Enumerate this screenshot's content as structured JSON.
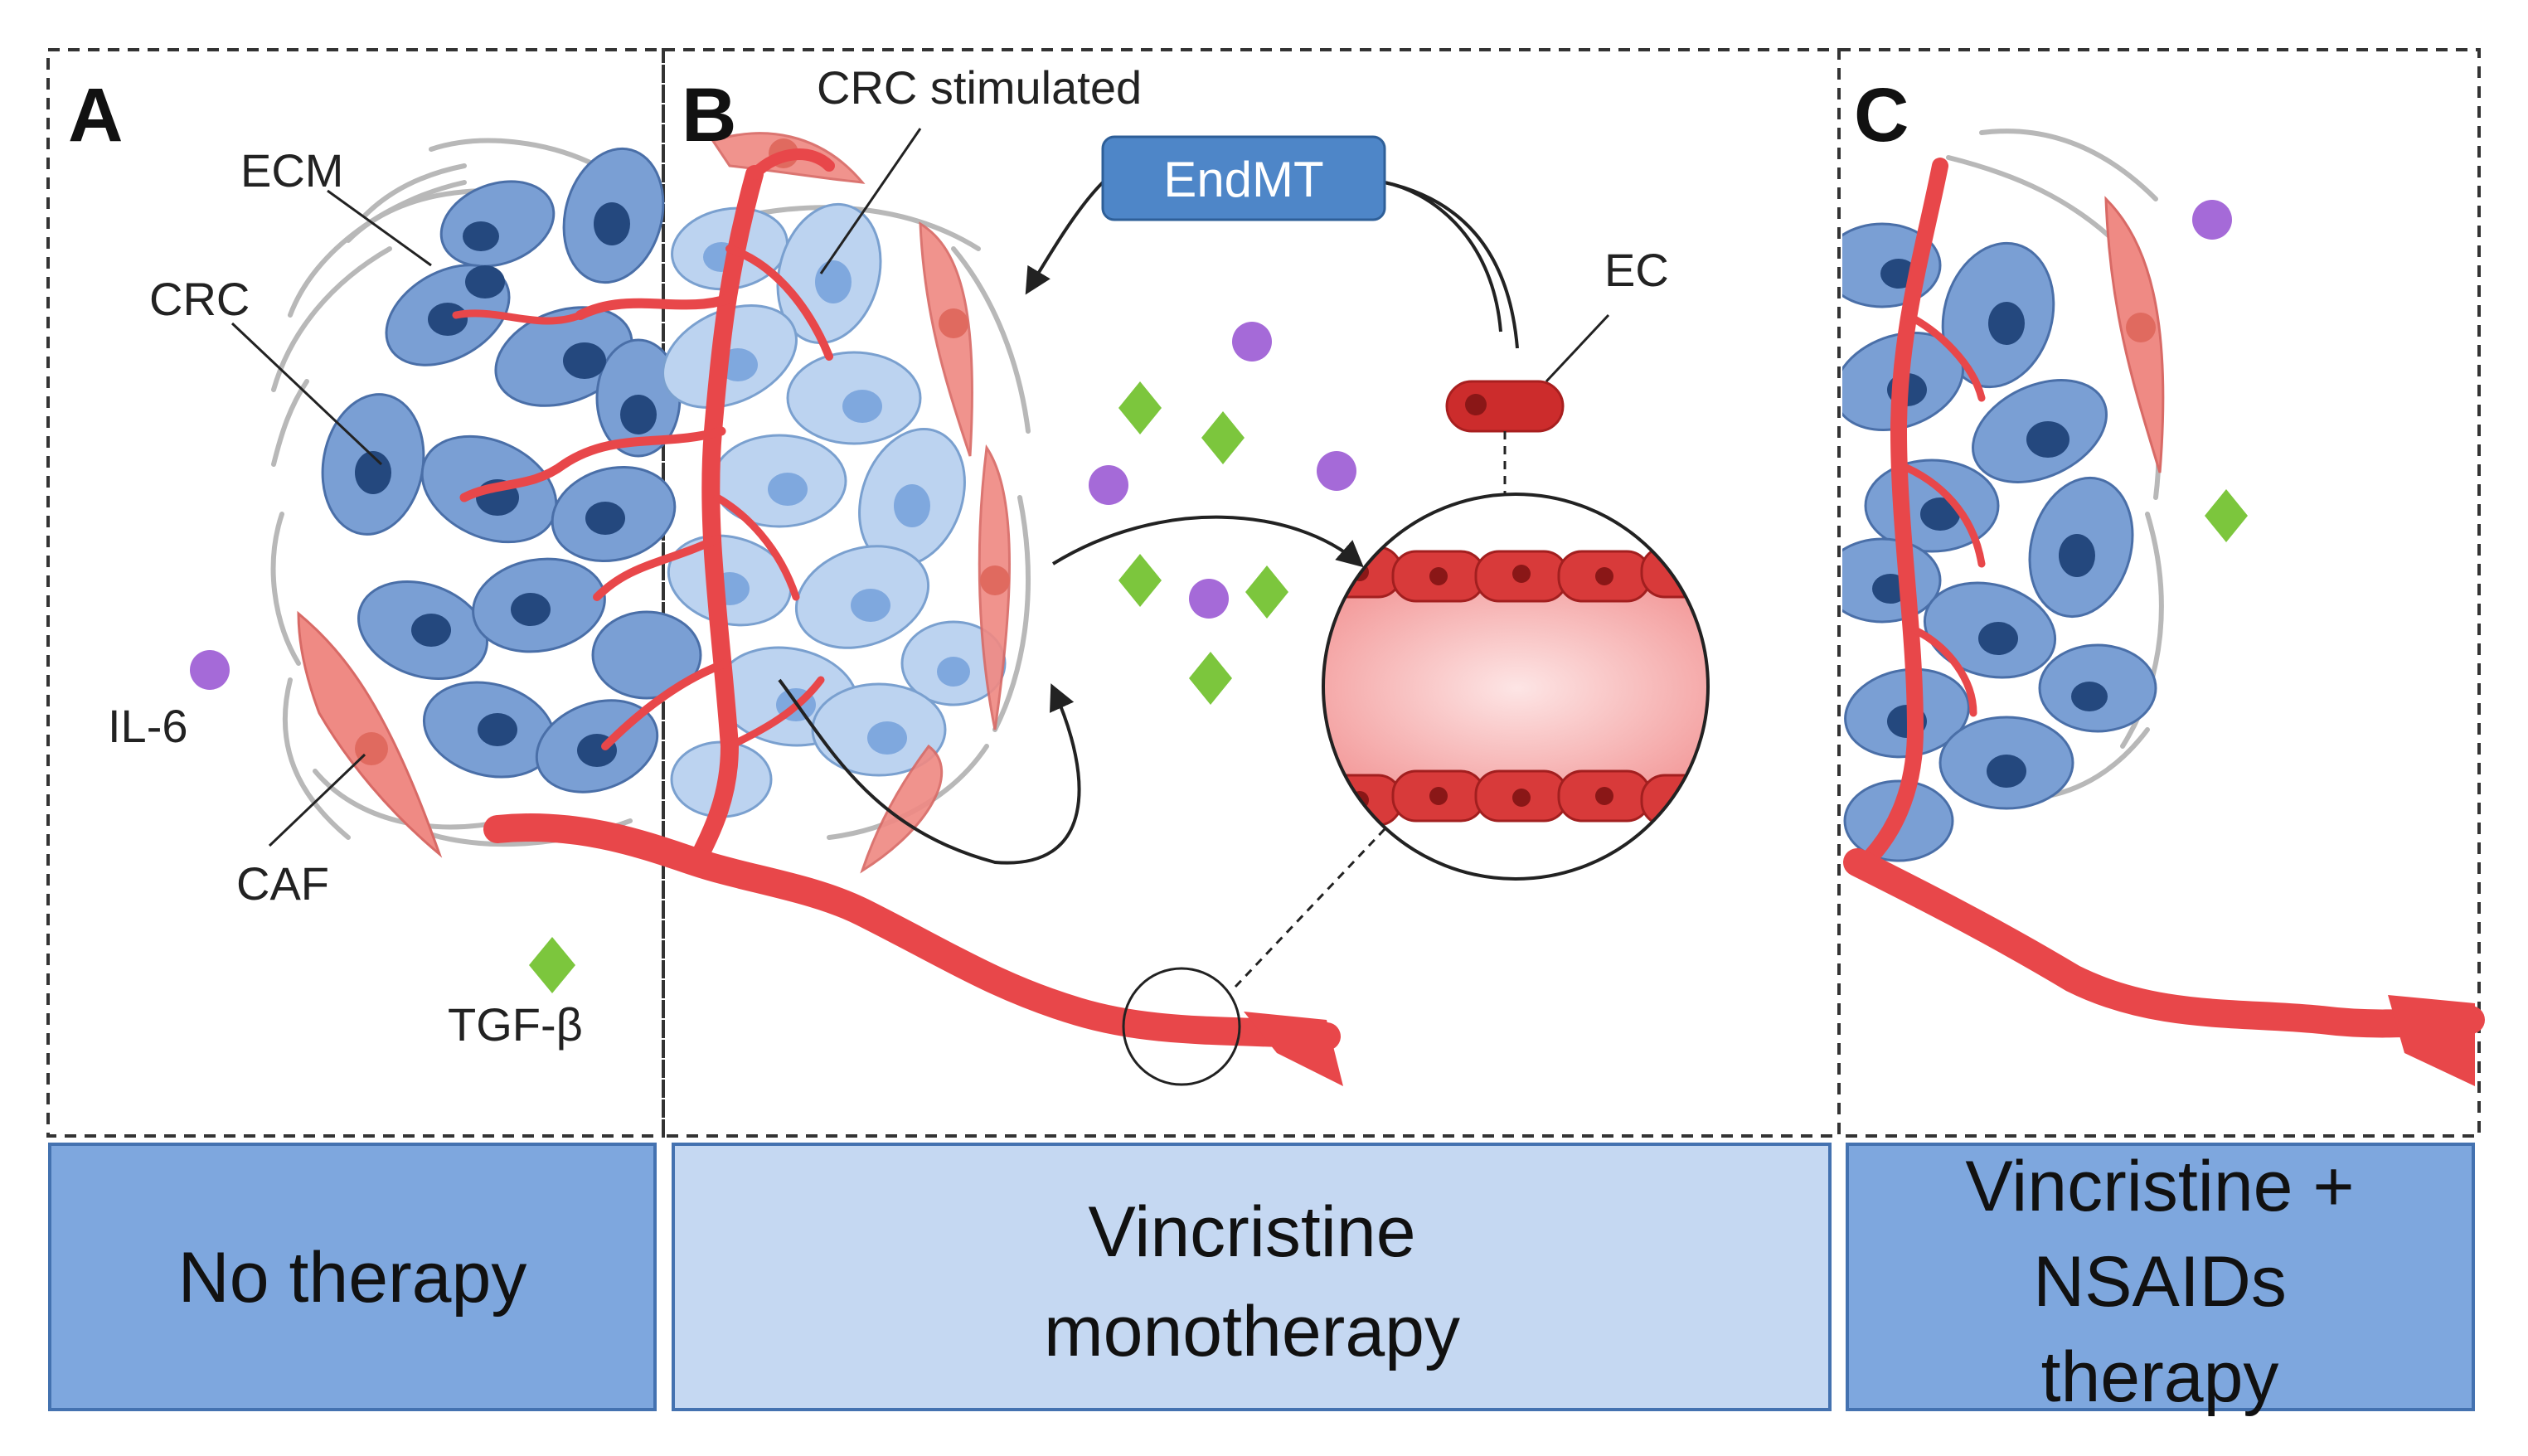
{
  "panels": [
    {
      "letter": "A",
      "therapy_lines": [
        "No therapy"
      ]
    },
    {
      "letter": "B",
      "therapy_lines": [
        "Vincristine",
        "monotherapy"
      ]
    },
    {
      "letter": "C",
      "therapy_lines": [
        "Vincristine +",
        "NSAIDs",
        "therapy"
      ]
    }
  ],
  "labels": {
    "ecm": "ECM",
    "crc": "CRC",
    "il6": "IL-6",
    "caf": "CAF",
    "tgfb": "TGF-β",
    "crc_stimulated": "CRC stimulated",
    "endmt": "EndMT",
    "ec": "EC"
  },
  "colors": {
    "crc_cell": "#7a9fd4",
    "crc_nucleus": "#24487e",
    "stimulated_cell": "#bcd3f0",
    "stimulated_nucleus": "#7fa8de",
    "vessel": "#e8474a",
    "caf": "#ef8a84",
    "il6": "#a56ad8",
    "tgfb": "#7cc63d",
    "box_dark": "#7ea7de",
    "box_light": "#c5d8f2",
    "endmt_box": "#4e86c8"
  }
}
